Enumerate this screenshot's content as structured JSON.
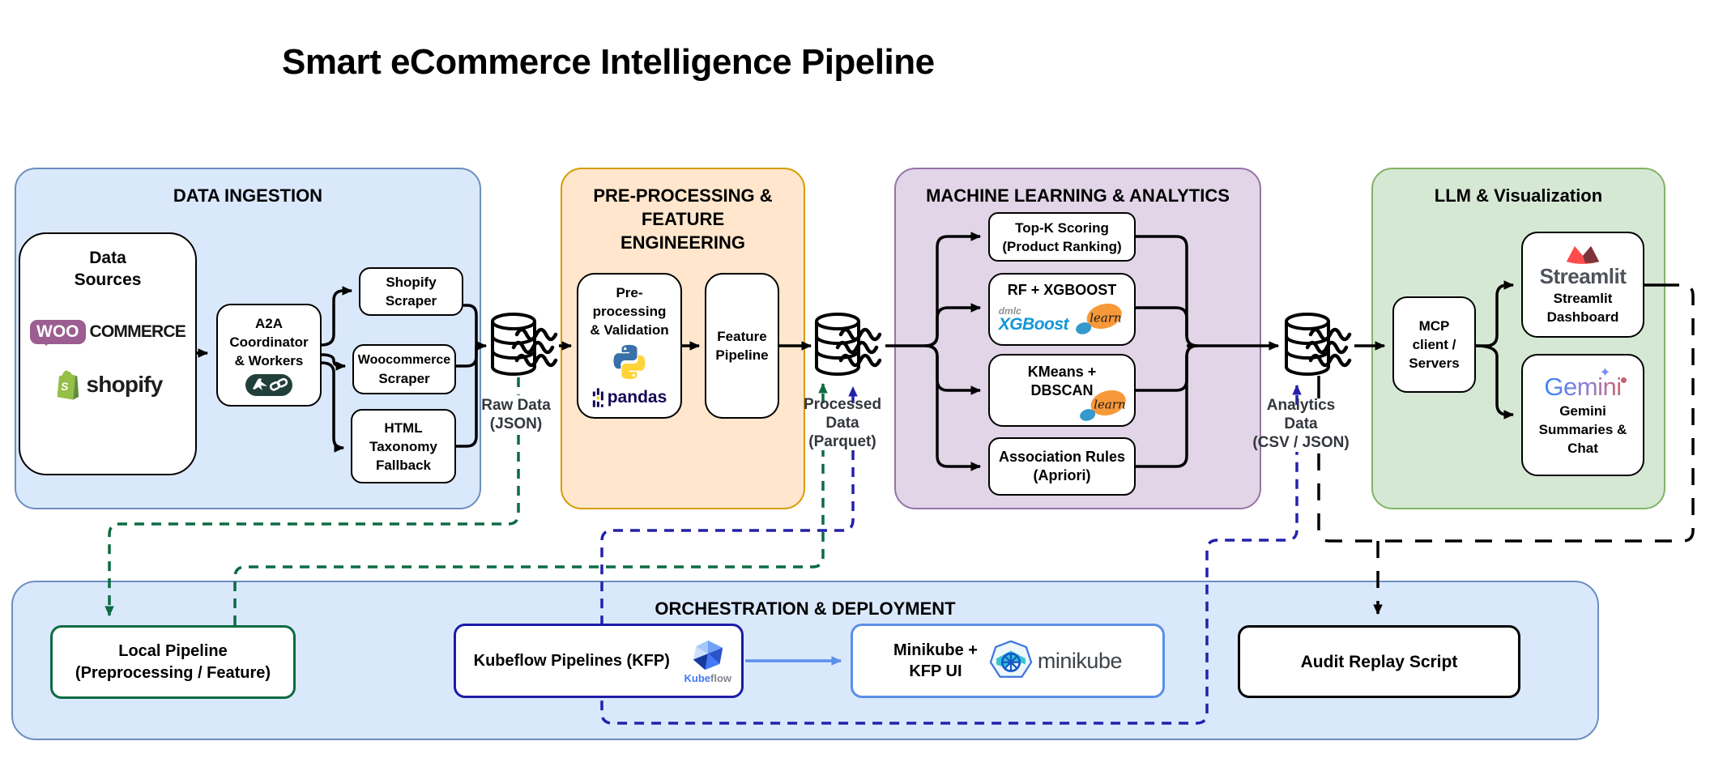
{
  "title": "Smart eCommerce Intelligence Pipeline",
  "colors": {
    "ingestion_fill": "#dae8fc",
    "ingestion_stroke": "#6c8ebf",
    "preprocessing_fill": "#ffe6cc",
    "preprocessing_stroke": "#d79b00",
    "ml_fill": "#e1d5e7",
    "ml_stroke": "#9673a6",
    "llm_fill": "#d5e8d4",
    "llm_stroke": "#82b366",
    "local_pipeline_stroke": "#0d6b43",
    "kubeflow_stroke": "#1c1ca8",
    "minikube_stroke": "#5b8fe8",
    "green_dash": "#0d6b43",
    "navy_dash": "#2222aa",
    "black_dash": "#000000"
  },
  "sections": {
    "ingestion": {
      "title": "DATA INGESTION"
    },
    "preprocessing": {
      "title_lines": [
        "PRE-PROCESSING &",
        "FEATURE",
        "ENGINEERING"
      ]
    },
    "ml": {
      "title": "MACHINE LEARNING & ANALYTICS"
    },
    "llm": {
      "title": "LLM & Visualization"
    },
    "orchestration": {
      "title": "ORCHESTRATION & DEPLOYMENT"
    }
  },
  "nodes": {
    "data_sources": {
      "lines": [
        "Data",
        "Sources"
      ],
      "woocommerce": {
        "woo": "WOO",
        "commerce": "COMMERCE"
      },
      "shopify": {
        "word": "shopify",
        "initial": "S"
      }
    },
    "a2a": {
      "lines": [
        "A2A",
        "Coordinator",
        "& Workers"
      ]
    },
    "shopify_scraper": {
      "lines": [
        "Shopify",
        "Scraper"
      ]
    },
    "woocommerce_scraper": {
      "lines": [
        "Woocommerce",
        "Scraper"
      ]
    },
    "html_taxonomy": {
      "lines": [
        "HTML",
        "Taxonomy",
        "Fallback"
      ]
    },
    "raw_data": {
      "lines": [
        "Raw Data",
        "(JSON)"
      ]
    },
    "preprocess_validation": {
      "lines": [
        "Pre-",
        "processing",
        "& Validation"
      ],
      "pandas": "pandas"
    },
    "feature_pipeline": {
      "lines": [
        "Feature",
        "Pipeline"
      ]
    },
    "processed_data": {
      "lines": [
        "Processed",
        "Data",
        "(Parquet)"
      ]
    },
    "topk": {
      "lines": [
        "Top-K Scoring",
        "(Product Ranking)"
      ]
    },
    "rf_xgboost": {
      "label": "RF + XGBOOST",
      "dmlc": "dmlc",
      "xgboost": "XGBoost",
      "learn": "learn"
    },
    "kmeans": {
      "lines": [
        "KMeans +",
        "DBSCAN"
      ],
      "learn": "learn"
    },
    "association": {
      "lines": [
        "Association Rules",
        "(Apriori)"
      ]
    },
    "analytics_data": {
      "lines": [
        "Analytics",
        "Data",
        "(CSV / JSON)"
      ]
    },
    "mcp": {
      "lines": [
        "MCP",
        "client /",
        "Servers"
      ]
    },
    "streamlit": {
      "logo_word": "Streamlit",
      "lines": [
        "Streamlit",
        "Dashboard"
      ]
    },
    "gemini": {
      "logo_word": "Gemini",
      "lines": [
        "Gemini",
        "Summaries &",
        "Chat"
      ]
    },
    "local_pipeline": {
      "lines": [
        "Local Pipeline",
        "(Preprocessing / Feature)"
      ]
    },
    "kubeflow": {
      "label": "Kubeflow Pipelines (KFP)",
      "logo_kube": "Kube",
      "logo_flow": "flow"
    },
    "minikube": {
      "lines": [
        "Minikube +",
        "KFP UI"
      ],
      "logo_word": "minikube"
    },
    "audit": {
      "label": "Audit Replay Script"
    }
  }
}
